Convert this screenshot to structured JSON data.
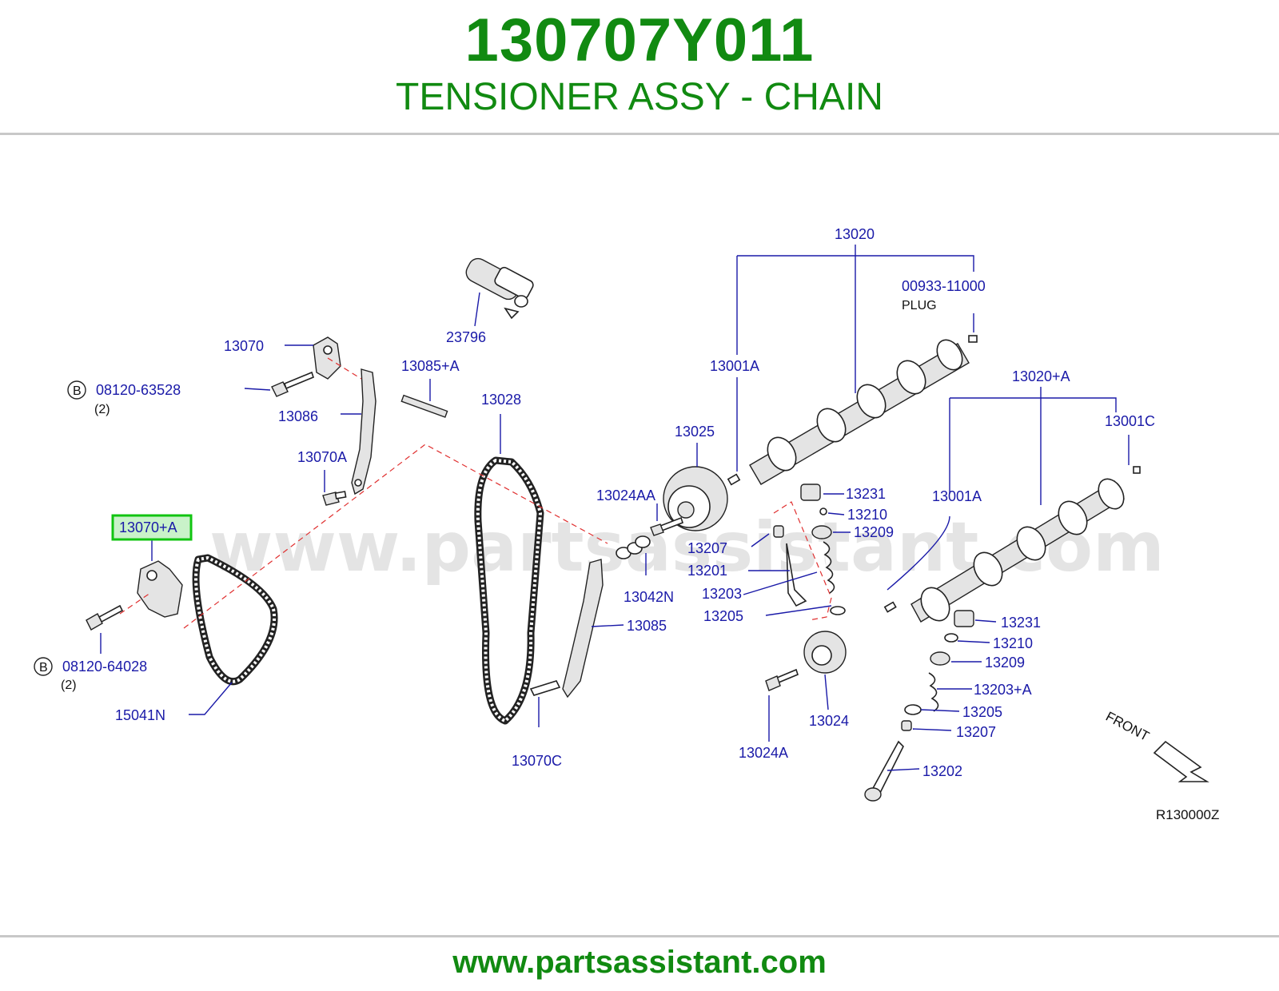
{
  "header": {
    "part_number": "130707Y011",
    "part_name": "TENSIONER ASSY - CHAIN"
  },
  "footer": {
    "url": "www.partsassistant.com"
  },
  "watermark": "www.partsassistant.com",
  "diagram": {
    "ref_code": "R130000Z",
    "front_label": "FRONT",
    "highlighted_callout": "13070+A",
    "bolt_marker": "B",
    "callouts": [
      "13020",
      "00933-11000",
      "23796",
      "13070",
      "13085+A",
      "13001A",
      "13020+A",
      "08120-63528",
      "13086",
      "13028",
      "13025",
      "13001C",
      "13070A",
      "13024AA",
      "13231",
      "13210",
      "13001A",
      "13070+A",
      "13209",
      "13207",
      "13201",
      "13042N",
      "13203",
      "13205",
      "13085",
      "13231",
      "13210",
      "08120-64028",
      "13209",
      "13203+A",
      "15041N",
      "13205",
      "13024",
      "13207",
      "13070C",
      "13024A",
      "13202"
    ],
    "notes": {
      "plug": "PLUG",
      "qty_a": "(2)",
      "qty_b": "(2)"
    }
  }
}
